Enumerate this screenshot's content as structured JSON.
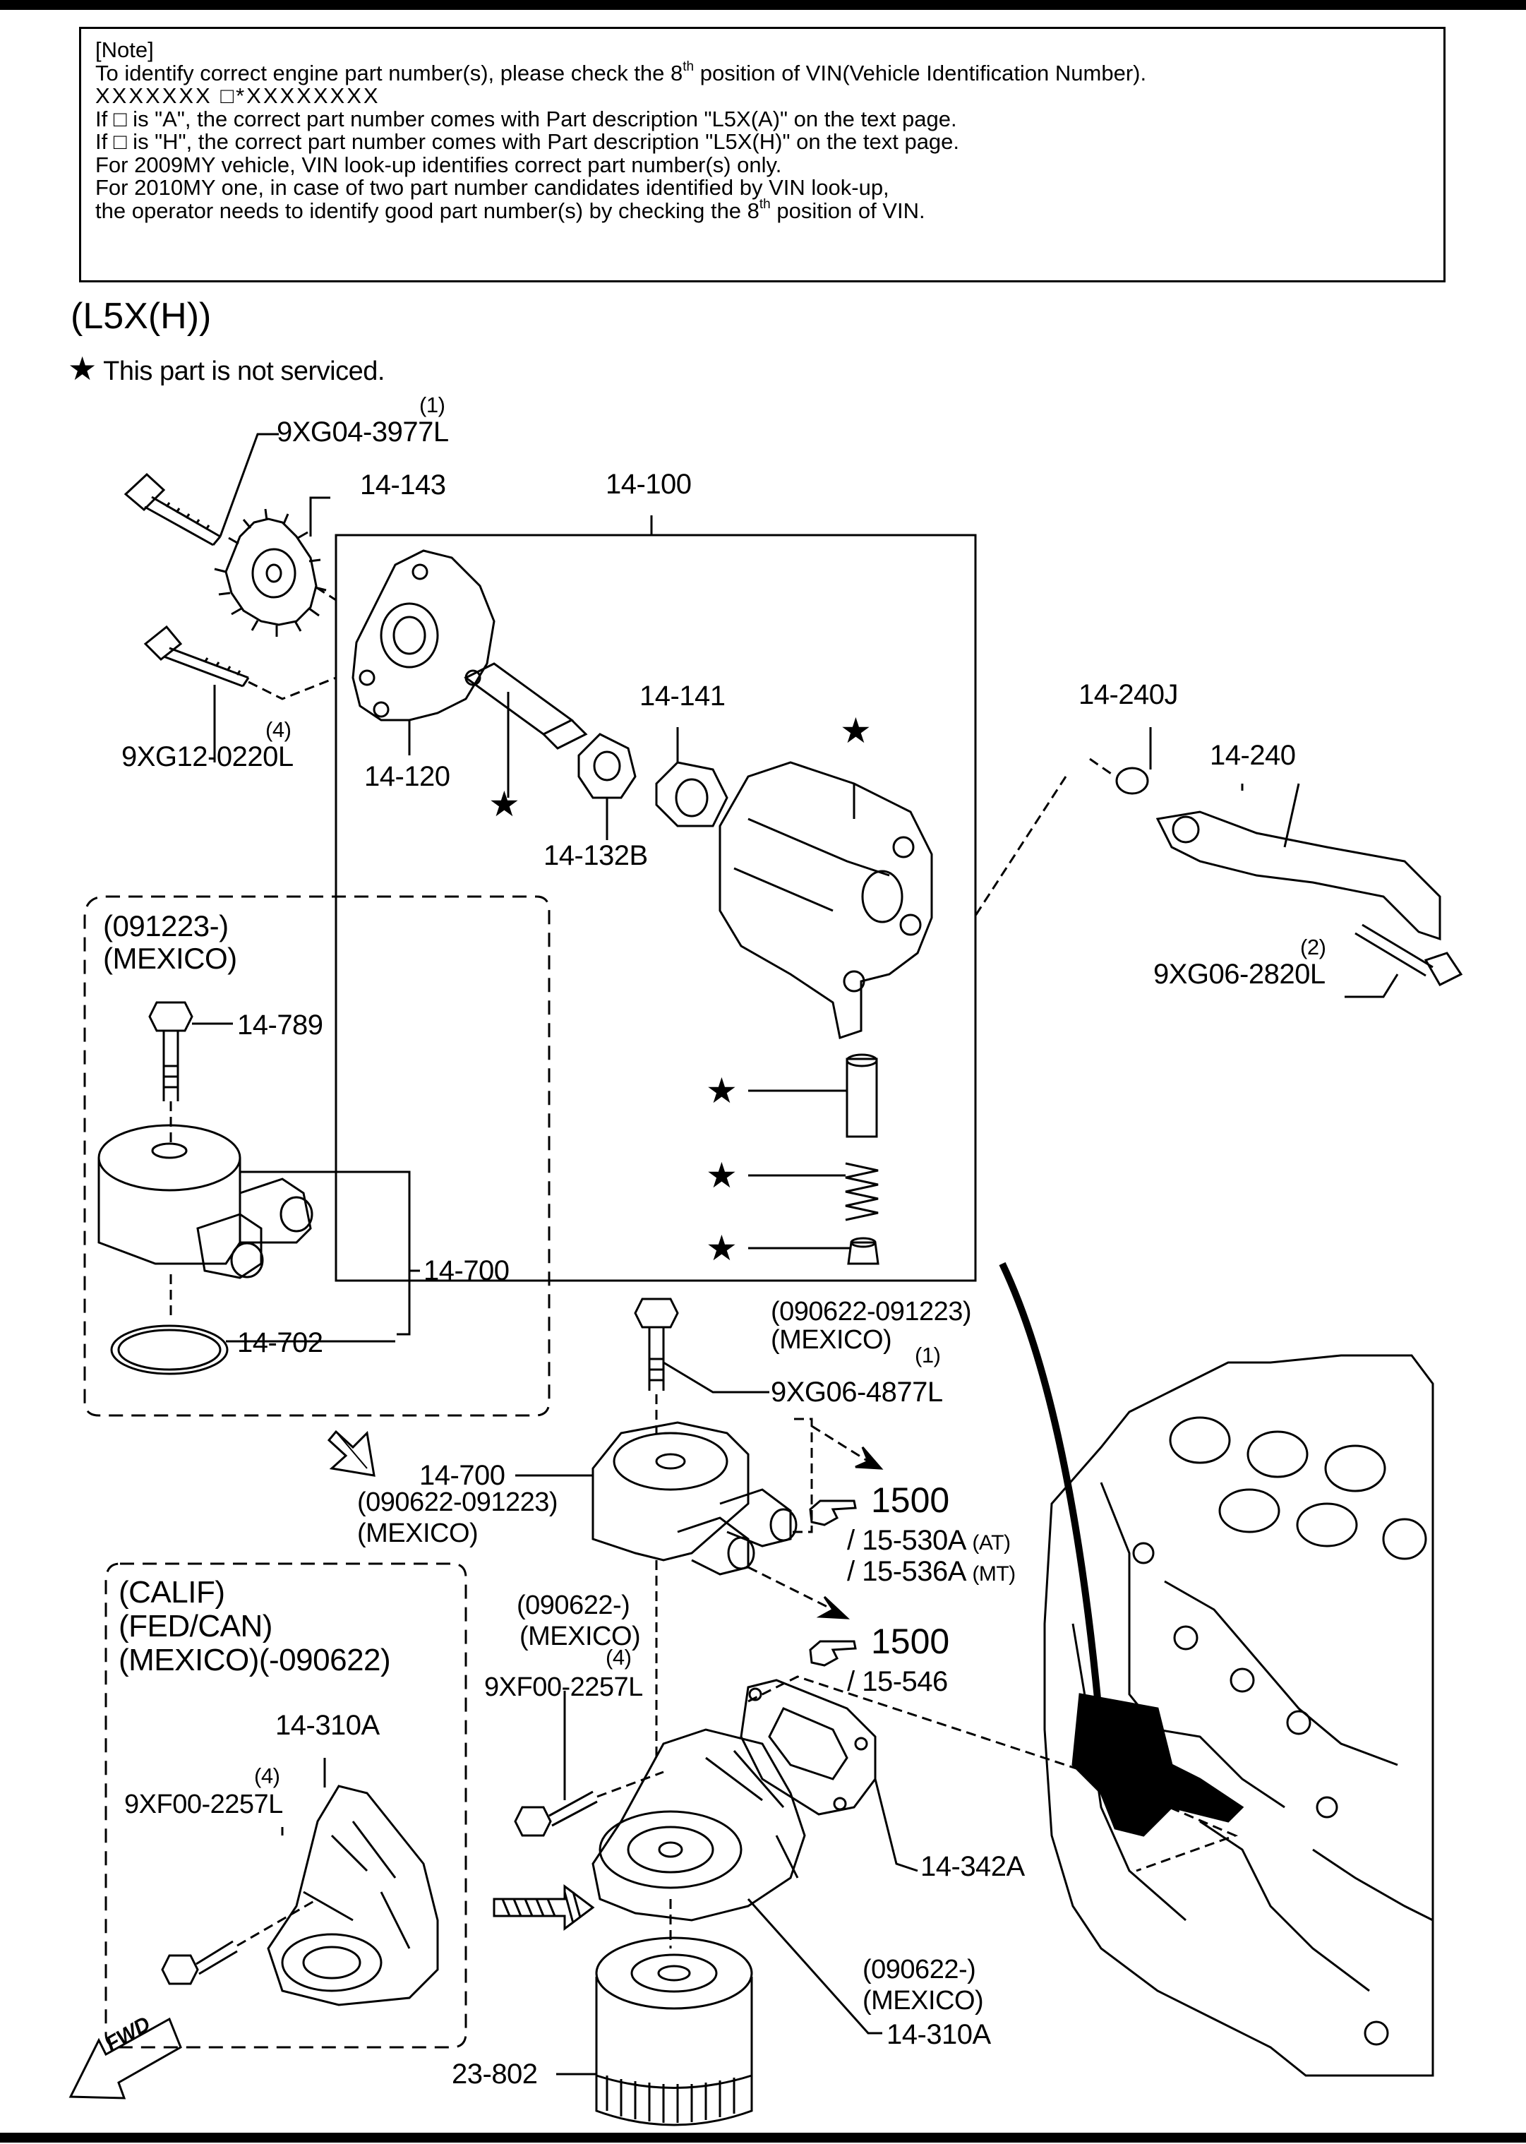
{
  "note": {
    "title": "[Note]",
    "line1_pre": "To identify correct engine part number(s), please check the 8",
    "line1_sup": "th",
    "line1_post": " position of VIN(Vehicle Identification Number).",
    "vin_pattern": "XXXXXXX □*XXXXXXXX",
    "line3": "If □ is \"A\", the correct part number comes with Part description \"L5X(A)\" on the text page.",
    "line4": "If □ is \"H\", the correct part number comes with Part description \"L5X(H)\" on the text page.",
    "line5": "For 2009MY vehicle, VIN look-up identifies correct part number(s) only.",
    "line6": "For 2010MY one, in case of two part number candidates identified by VIN look-up,",
    "line7_pre": "the operator needs to identify good part number(s) by checking the 8",
    "line7_sup": "th",
    "line7_post": " position of VIN."
  },
  "heading": "(L5X(H))",
  "legend": {
    "star": "★",
    "text": "This part is not serviced."
  },
  "parts": {
    "bolt_sprocket": {
      "qty": "(1)",
      "number": "9XG04-3977L"
    },
    "sprocket": "14-143",
    "pump_assy": "14-100",
    "bolt_pump": {
      "qty": "(4)",
      "number": "9XG12-0220L"
    },
    "pump_cover": "14-120",
    "rotor_inner": "14-141",
    "rotor_shaft": "14-132B",
    "gasket_strainer": "14-240J",
    "strainer": "14-240",
    "bolt_strainer": {
      "qty": "(2)",
      "number": "9XG06-2820L"
    },
    "cooler_bolt_a": "14-789",
    "cooler_a": "14-700",
    "cooler_ring": "14-702",
    "cooler_b": "14-700",
    "cooler_b_date": "(090622-091223)",
    "cooler_b_region": "(MEXICO)",
    "bolt_cooler": {
      "qty": "(1)",
      "number": "9XG06-4877L",
      "date": "(090622-091223)",
      "region": "(MEXICO)"
    },
    "bolt_bracket_a": {
      "qty": "(4)",
      "number": "9XF00-2257L",
      "date": "(090622-)",
      "region": "(MEXICO)"
    },
    "bracket_a": "14-310A",
    "bolt_bracket_b": {
      "qty": "(4)",
      "number": "9XF00-2257L"
    },
    "gasket_bracket": "14-342A",
    "bracket_b": "14-310A",
    "bracket_b_date": "(090622-)",
    "bracket_b_region": "(MEXICO)",
    "filter": "23-802"
  },
  "groups": {
    "mexico_new": {
      "date": "(091223-)",
      "region": "(MEXICO)"
    },
    "calif": {
      "line1": "(CALIF)",
      "line2": "(FED/CAN)",
      "line3": "(MEXICO)(-090622)"
    }
  },
  "references": {
    "ref1": {
      "section": "1500",
      "line1": "/ 15-530A",
      "unit1": "(AT)",
      "line2": "/ 15-536A",
      "unit2": "(MT)"
    },
    "ref2": {
      "section": "1500",
      "line1": "/ 15-546"
    }
  },
  "fwd": "FWD"
}
